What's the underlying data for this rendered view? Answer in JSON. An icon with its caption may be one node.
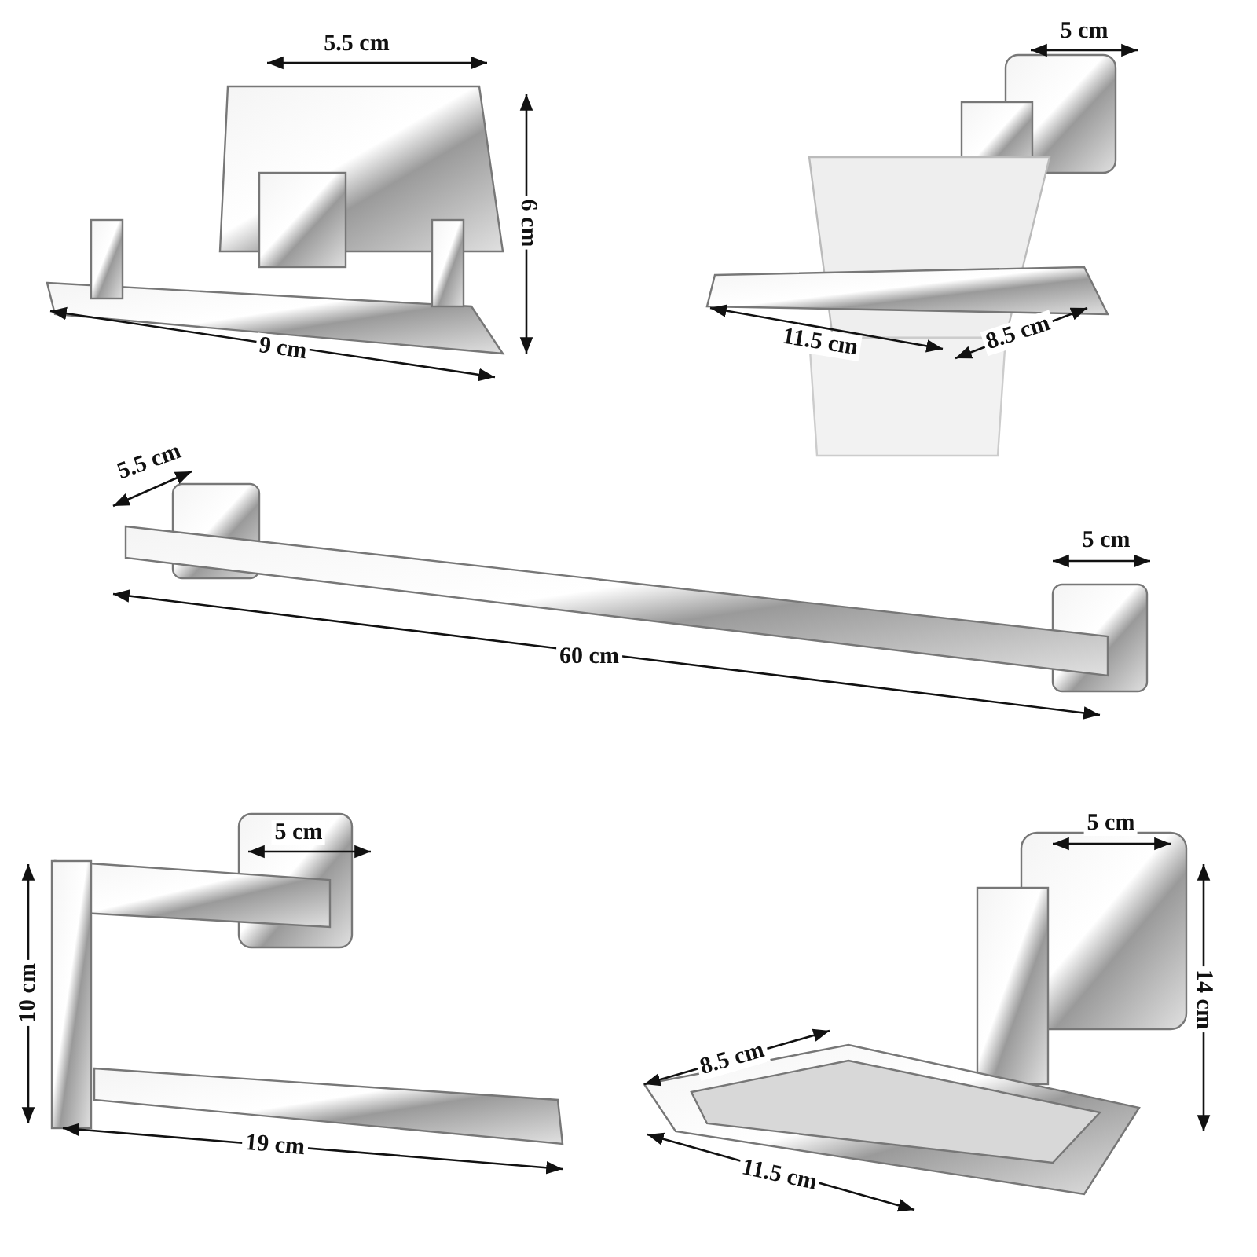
{
  "diagram": {
    "labels": [
      "5.5 cm",
      "6 cm",
      "9 cm",
      "5 cm",
      "11.5 cm",
      "8.5 cm",
      "5.5 cm",
      "5 cm",
      "60 cm",
      "5 cm",
      "10 cm",
      "19 cm",
      "5 cm",
      "14 cm",
      "8.5 cm",
      "11.5 cm"
    ]
  }
}
